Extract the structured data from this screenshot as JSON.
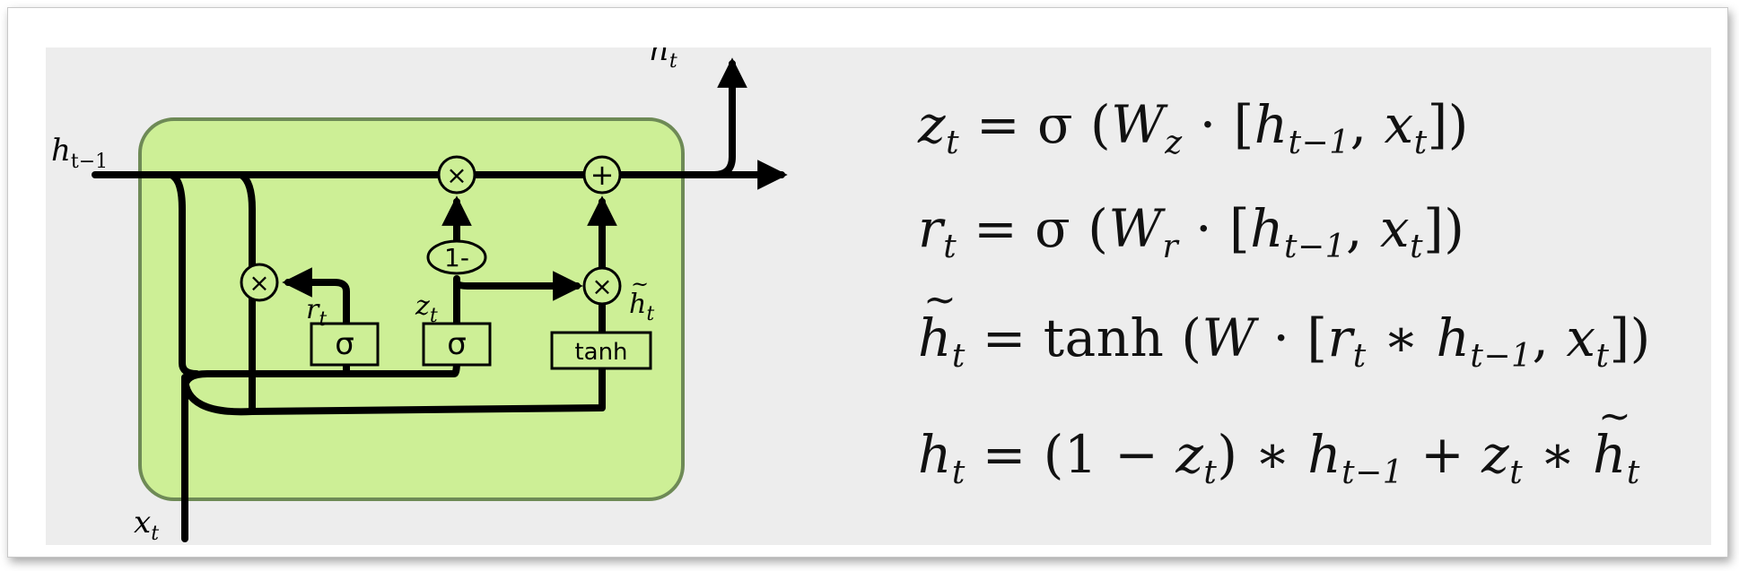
{
  "diagram": {
    "labels": {
      "h_prev": "h",
      "h_prev_sub": "t−1",
      "h_out": "h",
      "h_out_sub": "t",
      "x_in": "x",
      "x_in_sub": "t",
      "r": "r",
      "r_sub": "t",
      "z": "z",
      "z_sub": "t",
      "h_tilde": "h",
      "h_tilde_sub": "t"
    },
    "ops": {
      "multiply": "×",
      "add": "+",
      "one_minus": "1-",
      "sigma": "σ",
      "tanh": "tanh"
    },
    "colors": {
      "cell_fill": "#cdef96",
      "cell_border": "#6e8a56",
      "line": "#000000",
      "panel": "#ededed"
    }
  },
  "equations": {
    "eq1": {
      "lhs": "z",
      "lhs_sub": "t",
      "body1": " = σ (",
      "W": "W",
      "W_sub": "z",
      "mid": " · [",
      "h": "h",
      "h_sub": "t−1",
      "comma": ", ",
      "x": "x",
      "x_sub": "t",
      "end": "])"
    },
    "eq2": {
      "lhs": "r",
      "lhs_sub": "t",
      "body1": " = σ (",
      "W": "W",
      "W_sub": "r",
      "mid": " · [",
      "h": "h",
      "h_sub": "t−1",
      "comma": ", ",
      "x": "x",
      "x_sub": "t",
      "end": "])"
    },
    "eq3": {
      "lhs": "h",
      "lhs_sub": "t",
      "body1": " = tanh (",
      "W": "W",
      "mid": " · [",
      "r": "r",
      "r_sub": "t",
      "star": " ∗ ",
      "h": "h",
      "h_sub": "t−1",
      "comma": ", ",
      "x": "x",
      "x_sub": "t",
      "end": "])"
    },
    "eq4": {
      "lhs": "h",
      "lhs_sub": "t",
      "body1": " = (1 − ",
      "z": "z",
      "z_sub": "t",
      "body2": ") ∗ ",
      "h": "h",
      "h_sub": "t−1",
      "plus": " + ",
      "z2": "z",
      "z2_sub": "t",
      "star": " ∗ ",
      "h2": "h",
      "h2_sub": "t"
    }
  }
}
